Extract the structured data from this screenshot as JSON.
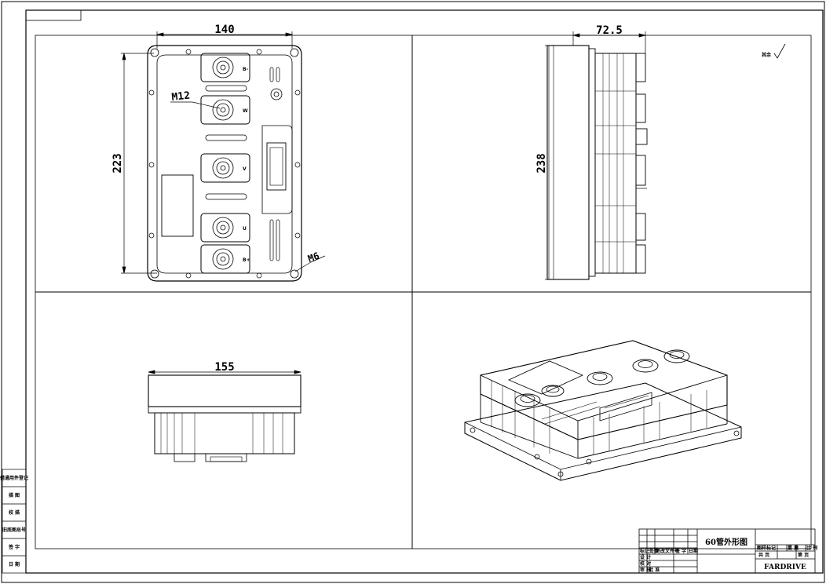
{
  "dimensions": {
    "top_width": "140",
    "top_height": "223",
    "side_depth": "72.5",
    "side_height": "238",
    "front_width": "155"
  },
  "callouts": {
    "thread_large": "M12",
    "thread_small": "M6"
  },
  "terminals": {
    "b_minus": "B-",
    "w": "W",
    "v": "V",
    "u": "U",
    "b_plus": "B+"
  },
  "surface_note": "其余",
  "left_strip": [
    "借通用件登记",
    "描 图",
    "校 描",
    "旧底图总号",
    "签 字",
    "日 期"
  ],
  "title_block": {
    "drawing_title": "60管外形图",
    "company": "FARDRIVE",
    "header_cells": [
      "标记处数",
      "更改文件号",
      "签 字",
      "日期"
    ],
    "role_cells": [
      "设 计",
      "校 对",
      "审 核",
      "批 准"
    ],
    "right_header": [
      "图样标记",
      "重 量",
      "比 例"
    ],
    "right_mid": [
      "共 页",
      "第 页"
    ]
  }
}
